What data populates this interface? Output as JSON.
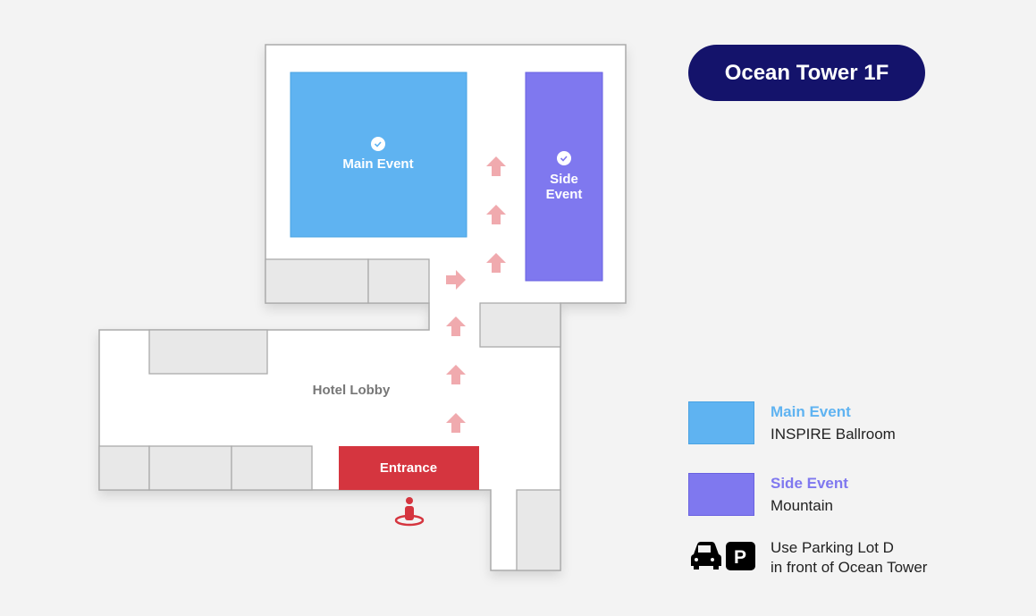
{
  "title": "Ocean Tower 1F",
  "rooms": {
    "main_event": "Main Event",
    "side_event_line1": "Side",
    "side_event_line2": "Event",
    "hotel_lobby": "Hotel Lobby",
    "entrance": "Entrance"
  },
  "legend": {
    "main": {
      "title": "Main Event",
      "subtitle": "INSPIRE Ballroom",
      "color": "#5fb3f1"
    },
    "side": {
      "title": "Side Event",
      "subtitle": "Mountain",
      "color": "#7f78ef"
    },
    "parking": {
      "line1": "Use Parking Lot D",
      "line2": "in front of Ocean Tower"
    }
  },
  "colors": {
    "entrance": "#d5353f",
    "arrow": "#f0aaae",
    "title_bg": "#14136b"
  }
}
